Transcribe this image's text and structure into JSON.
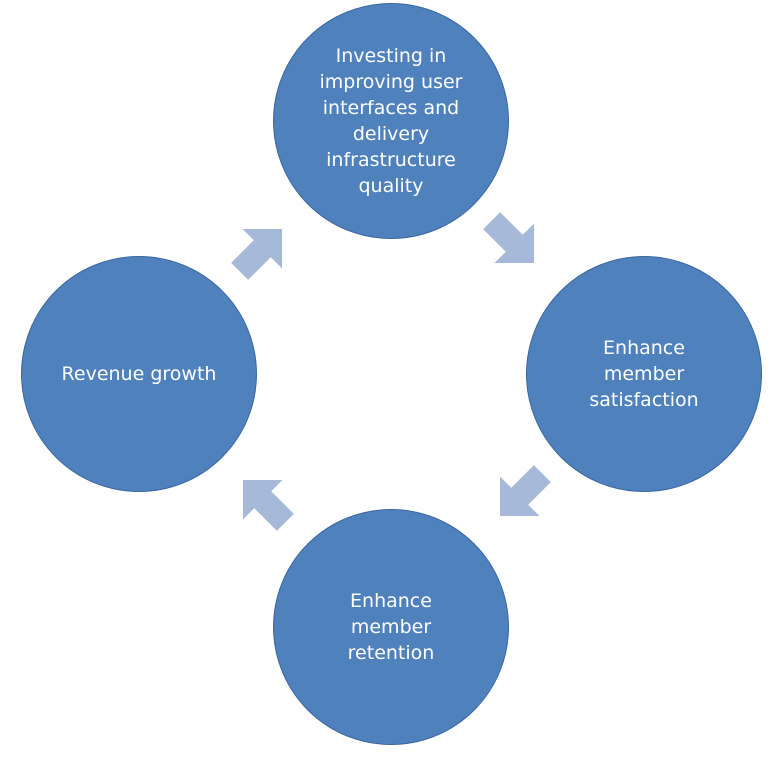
{
  "colors": {
    "node_fill": "#4f81bd",
    "node_stroke": "#3a67a0",
    "arrow_fill": "#a7b9d9",
    "text": "#ffffff"
  },
  "nodes": {
    "top": {
      "label": "Investing in improving user interfaces and delivery infrastructure quality"
    },
    "right": {
      "label": "Enhance member satisfaction"
    },
    "bottom": {
      "label": "Enhance member retention"
    },
    "left": {
      "label": "Revenue growth"
    }
  },
  "arrows": [
    {
      "from": "top",
      "to": "right",
      "icon": "arrow-right-down-icon"
    },
    {
      "from": "right",
      "to": "bottom",
      "icon": "arrow-left-down-icon"
    },
    {
      "from": "bottom",
      "to": "left",
      "icon": "arrow-left-up-icon"
    },
    {
      "from": "left",
      "to": "top",
      "icon": "arrow-right-up-icon"
    }
  ]
}
